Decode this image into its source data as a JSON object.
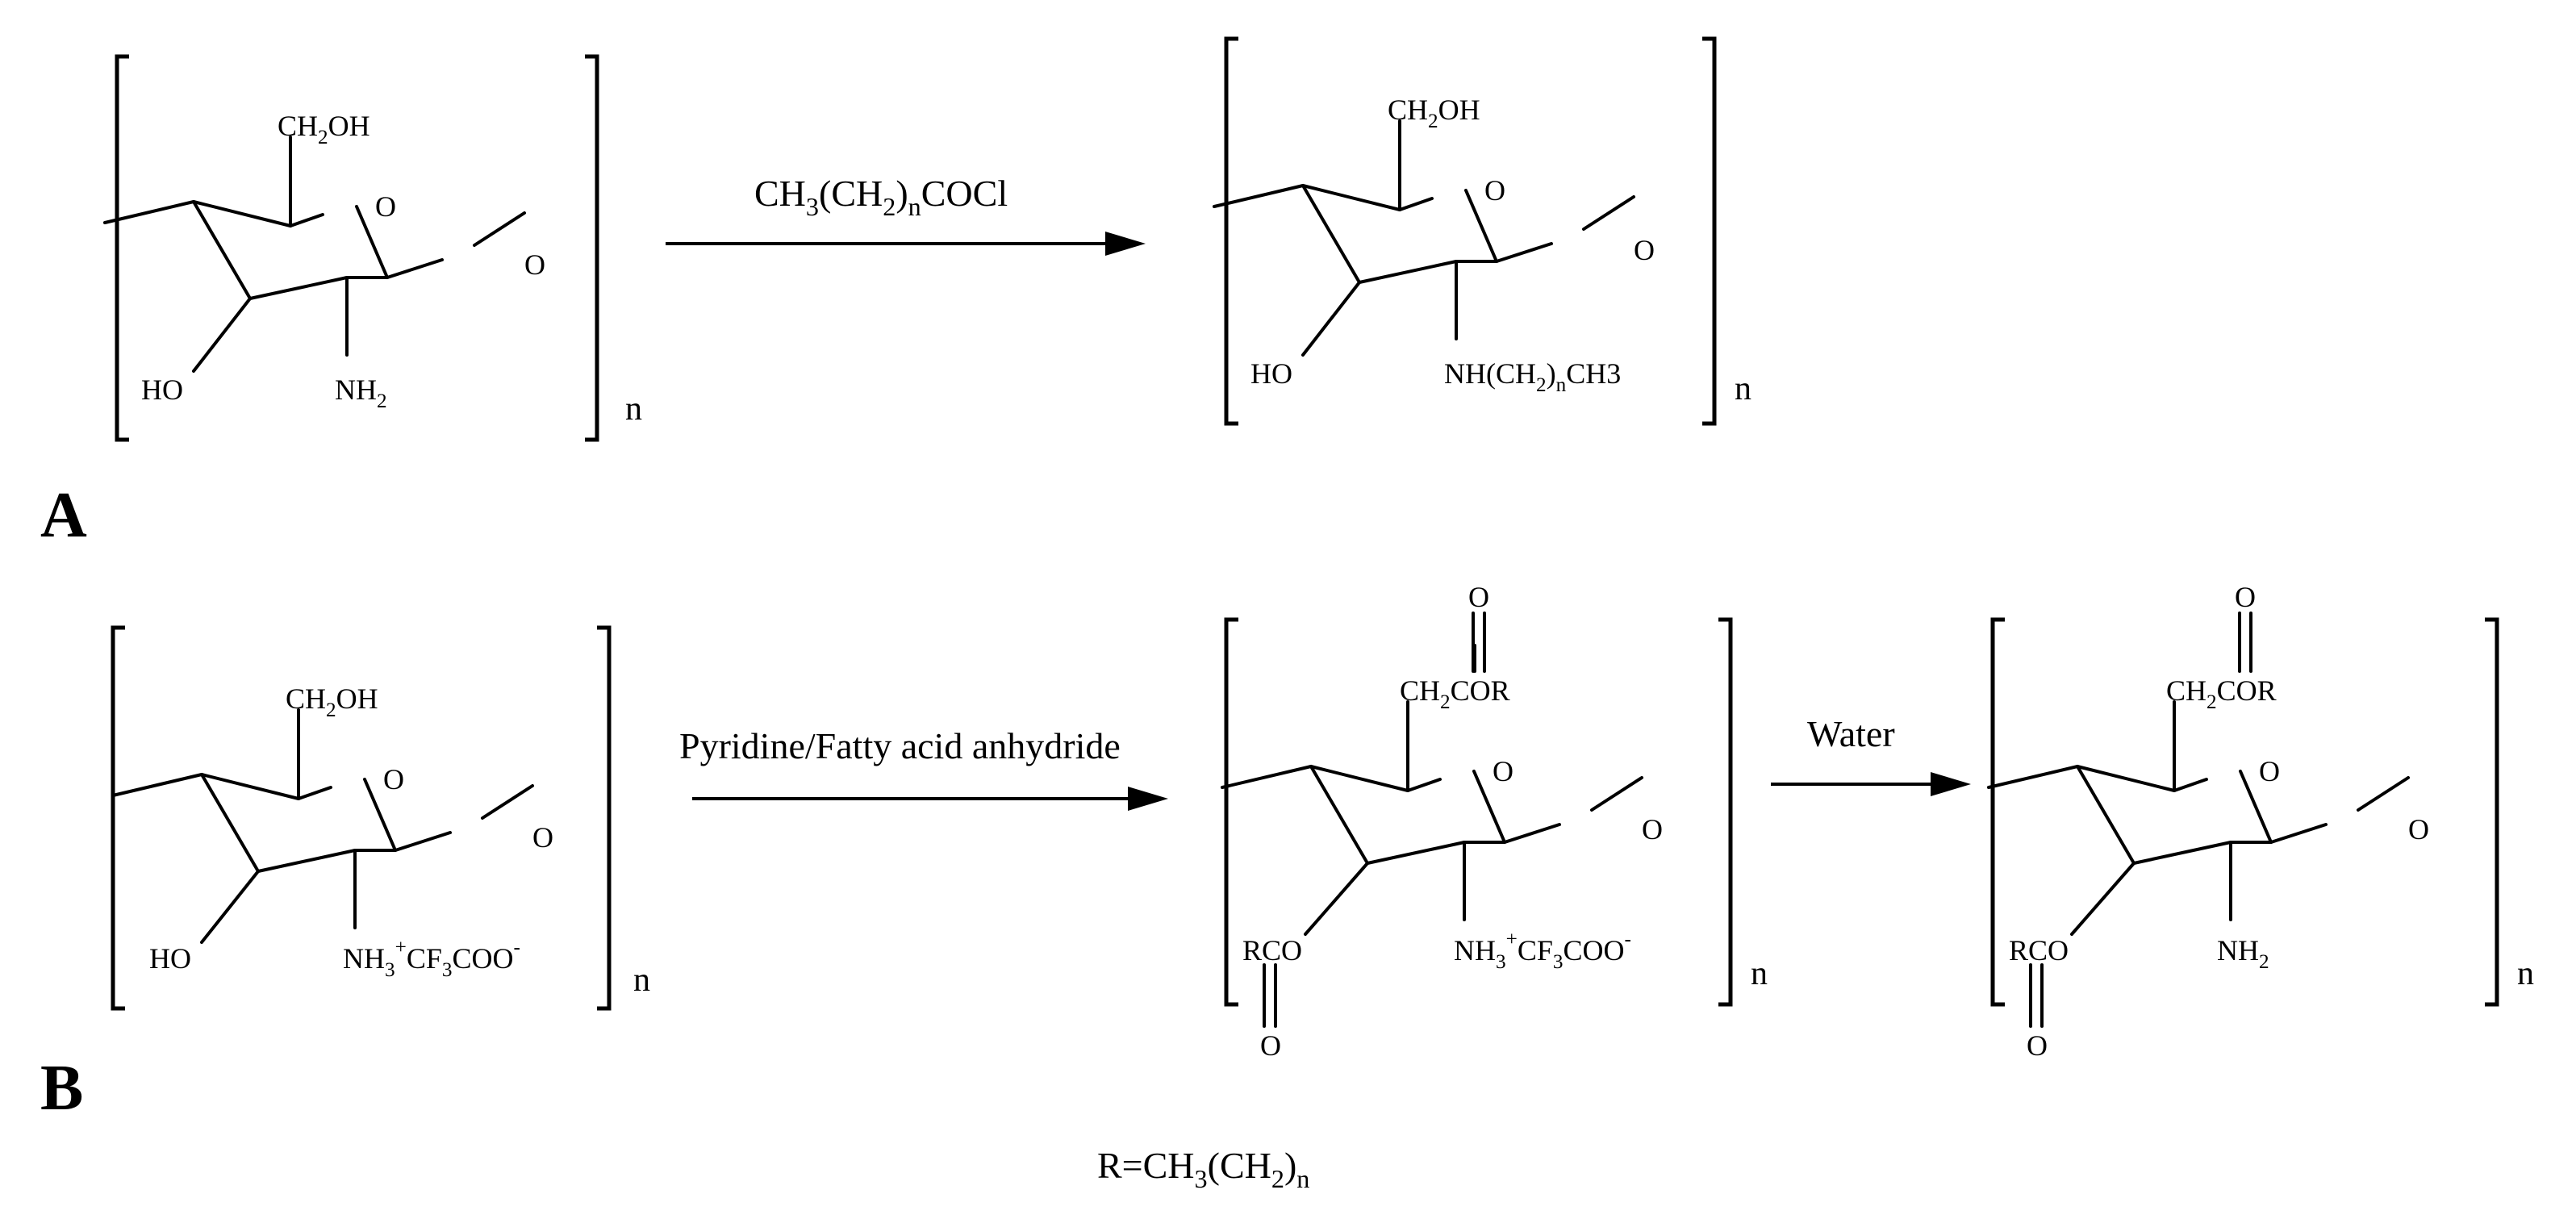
{
  "panels": {
    "a": "A",
    "b": "B"
  },
  "repeat_unit": "n",
  "atoms": {
    "ring_o": "O",
    "glyco_o": "O",
    "carbonyl_o": "O"
  },
  "text": {
    "ch2oh": {
      "pre": "CH",
      "sub": "2",
      "post": "OH"
    },
    "ho": "HO",
    "nh2": {
      "pre": "NH",
      "sub": "2"
    },
    "rco": "RCO",
    "ch2cor": {
      "pre": "CH",
      "sub": "2",
      "post": "COR"
    },
    "nh_alkyl": {
      "pre": "NH(CH",
      "sub": "2",
      "mid": ")",
      "sub2": "n",
      "post": "CH3"
    },
    "ammonium": {
      "pre": "NH",
      "sub": "3",
      "sup": "+",
      "mid": "CF",
      "sub2": "3",
      "post": "COO",
      "sup2": "-"
    }
  },
  "reagents": {
    "acyl_chloride": {
      "pre": "CH",
      "sub": "3",
      "mid": "(CH",
      "sub2": "2",
      "mid2": ")",
      "sub3": "n",
      "post": "COCl"
    },
    "anhydride": "Pyridine/Fatty acid anhydride",
    "water": "Water"
  },
  "definition": {
    "pre": "R=CH",
    "sub": "3",
    "mid": "(CH",
    "sub2": "2",
    "mid2": ")",
    "sub3": "n"
  }
}
